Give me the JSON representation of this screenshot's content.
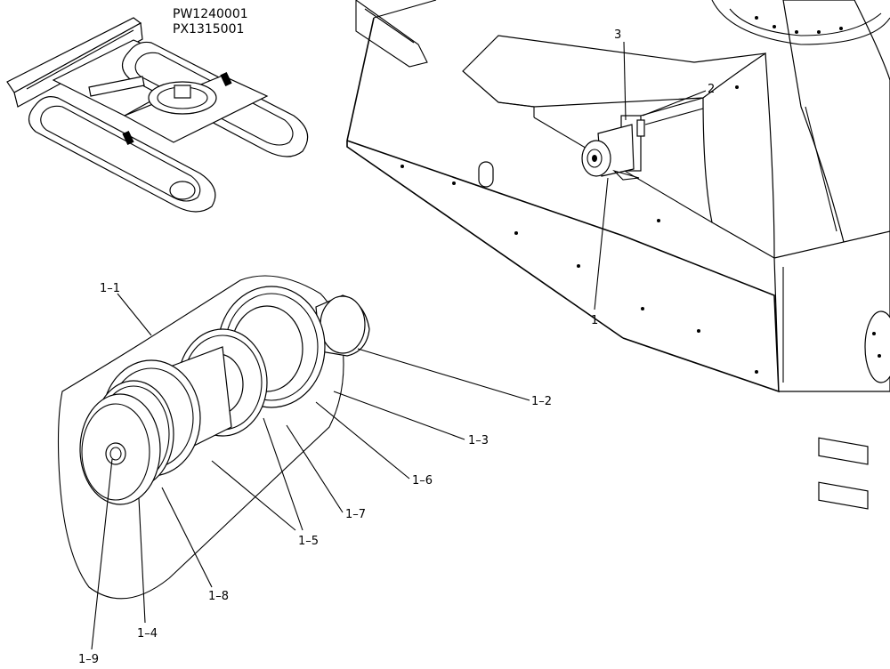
{
  "serials": [
    "PW1240001",
    "PX1315001"
  ],
  "callouts": {
    "c1": "1",
    "c2": "2",
    "c3": "3",
    "c1_1": "1–1",
    "c1_2": "1–2",
    "c1_3": "1–3",
    "c1_4": "1–4",
    "c1_5": "1–5",
    "c1_6": "1–6",
    "c1_7": "1–7",
    "c1_8": "1–8",
    "c1_9": "1–9"
  }
}
